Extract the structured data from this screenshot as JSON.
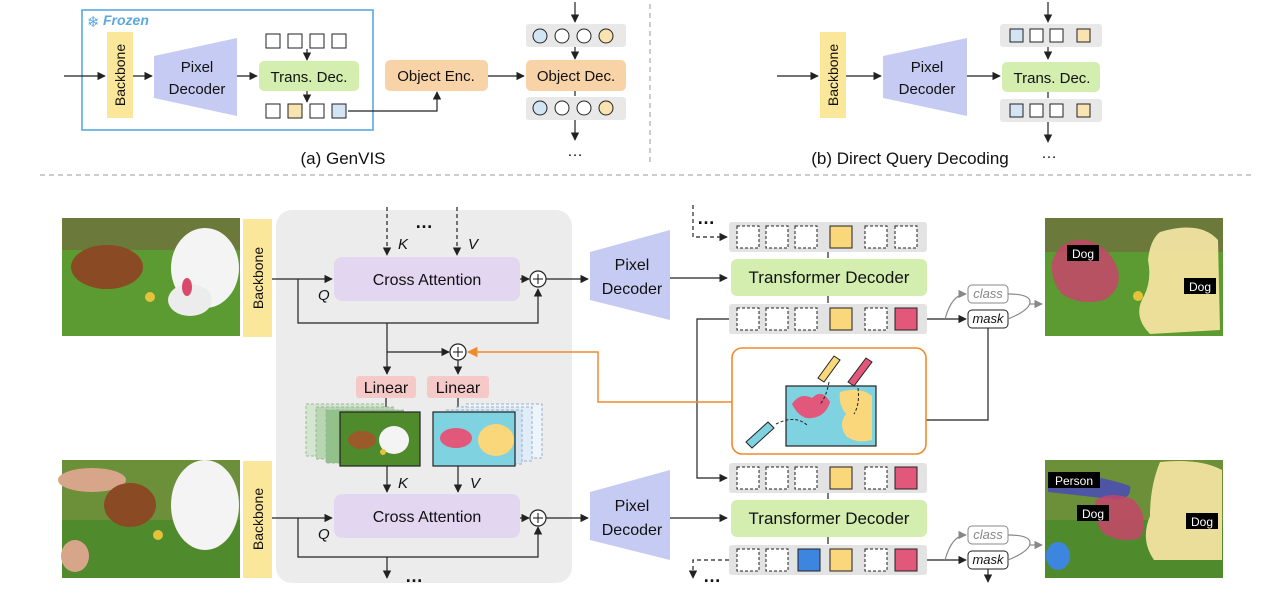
{
  "panel_a": {
    "frozen_label": "Frozen",
    "backbone": "Backbone",
    "pixel_decoder_line1": "Pixel",
    "pixel_decoder_line2": "Decoder",
    "trans_dec": "Trans. Dec.",
    "object_enc": "Object Enc.",
    "object_dec": "Object Dec.",
    "ellipsis": "…",
    "caption": "(a) GenVIS"
  },
  "panel_b": {
    "backbone": "Backbone",
    "pixel_decoder_line1": "Pixel",
    "pixel_decoder_line2": "Decoder",
    "trans_dec": "Trans. Dec.",
    "ellipsis": "…",
    "caption": "(b) Direct Query Decoding"
  },
  "panel_c": {
    "backbone": "Backbone",
    "cross_attention": "Cross Attention",
    "k": "K",
    "v": "V",
    "q": "Q",
    "linear": "Linear",
    "pixel_decoder_line1": "Pixel",
    "pixel_decoder_line2": "Decoder",
    "transformer_decoder": "Transformer Decoder",
    "class": "class",
    "mask": "mask",
    "ellipsis": "…",
    "plus": "+",
    "out1_labels": [
      "Dog",
      "Dog"
    ],
    "out2_labels": [
      "Person",
      "Dog",
      "Dog"
    ]
  },
  "colors": {
    "backbone": "#fbe79a",
    "pixel_decoder": "#c5cbf2",
    "trans_dec": "#d4eeb0",
    "object_enc": "#f9d3a8",
    "cross_attention": "#e3d6f1",
    "linear": "#f6c9c9",
    "frozen": "#5aa9e0",
    "accent_orange": "#f08a2c",
    "query_yellow": "#f9d77a",
    "query_pink": "#e2587a",
    "query_blue": "#3d86e0",
    "query_light_blue": "#d3e4f4"
  }
}
